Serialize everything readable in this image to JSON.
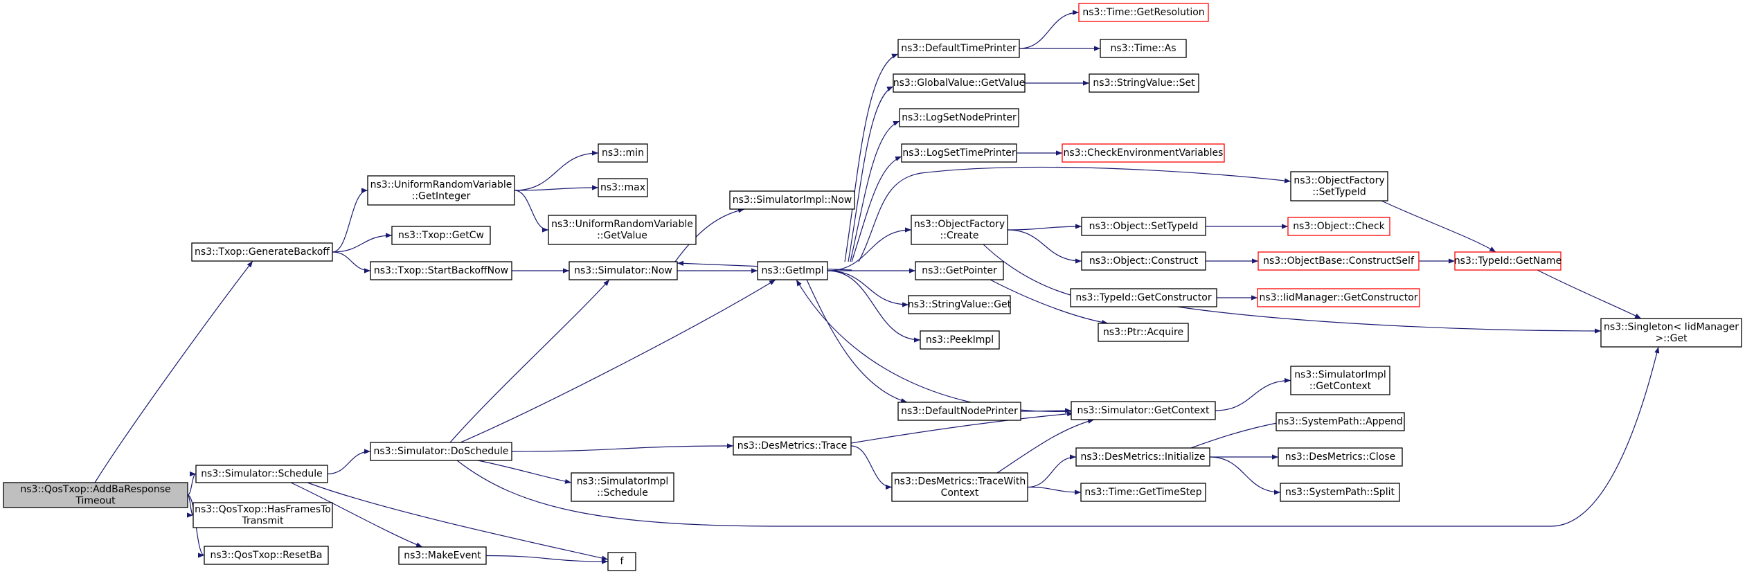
{
  "colors": {
    "edge": "#191970",
    "box_border": "#000000",
    "box_border_truncated": "#ff0000",
    "root_fill": "#bfbfbf",
    "box_fill": "#ffffff"
  },
  "nodes": [
    {
      "id": "root",
      "lines": [
        "ns3::QosTxop::AddBaResponse",
        "Timeout"
      ],
      "style": "root"
    },
    {
      "id": "genbackoff",
      "lines": [
        "ns3::Txop::GenerateBackoff"
      ],
      "style": "normal"
    },
    {
      "id": "schedule",
      "lines": [
        "ns3::Simulator::Schedule"
      ],
      "style": "normal"
    },
    {
      "id": "hasframes",
      "lines": [
        "ns3::QosTxop::HasFramesTo",
        "Transmit"
      ],
      "style": "normal"
    },
    {
      "id": "resetba",
      "lines": [
        "ns3::QosTxop::ResetBa"
      ],
      "style": "normal"
    },
    {
      "id": "urvgetint",
      "lines": [
        "ns3::UniformRandomVariable",
        "::GetInteger"
      ],
      "style": "normal"
    },
    {
      "id": "getcw",
      "lines": [
        "ns3::Txop::GetCw"
      ],
      "style": "normal"
    },
    {
      "id": "startbackoff",
      "lines": [
        "ns3::Txop::StartBackoffNow"
      ],
      "style": "normal"
    },
    {
      "id": "min",
      "lines": [
        "ns3::min"
      ],
      "style": "normal"
    },
    {
      "id": "max",
      "lines": [
        "ns3::max"
      ],
      "style": "normal"
    },
    {
      "id": "urvgetval",
      "lines": [
        "ns3::UniformRandomVariable",
        "::GetValue"
      ],
      "style": "normal"
    },
    {
      "id": "simnow",
      "lines": [
        "ns3::Simulator::Now"
      ],
      "style": "normal"
    },
    {
      "id": "simimplnow",
      "lines": [
        "ns3::SimulatorImpl::Now"
      ],
      "style": "normal"
    },
    {
      "id": "doschedule",
      "lines": [
        "ns3::Simulator::DoSchedule"
      ],
      "style": "normal"
    },
    {
      "id": "makeevent",
      "lines": [
        "ns3::MakeEvent"
      ],
      "style": "normal"
    },
    {
      "id": "f",
      "lines": [
        "f"
      ],
      "style": "normal"
    },
    {
      "id": "simimplsched",
      "lines": [
        "ns3::SimulatorImpl",
        "::Schedule"
      ],
      "style": "normal"
    },
    {
      "id": "desmtrace",
      "lines": [
        "ns3::DesMetrics::Trace"
      ],
      "style": "normal"
    },
    {
      "id": "getimpl",
      "lines": [
        "ns3::GetImpl"
      ],
      "style": "normal"
    },
    {
      "id": "deftimeprinter",
      "lines": [
        "ns3::DefaultTimePrinter"
      ],
      "style": "normal"
    },
    {
      "id": "globalgetval",
      "lines": [
        "ns3::GlobalValue::GetValue"
      ],
      "style": "normal"
    },
    {
      "id": "logsetnode",
      "lines": [
        "ns3::LogSetNodePrinter"
      ],
      "style": "normal"
    },
    {
      "id": "logsettime",
      "lines": [
        "ns3::LogSetTimePrinter"
      ],
      "style": "normal"
    },
    {
      "id": "ofcreate",
      "lines": [
        "ns3::ObjectFactory",
        "::Create"
      ],
      "style": "normal"
    },
    {
      "id": "getpointer",
      "lines": [
        "ns3::GetPointer"
      ],
      "style": "normal"
    },
    {
      "id": "strvalget",
      "lines": [
        "ns3::StringValue::Get"
      ],
      "style": "normal"
    },
    {
      "id": "peekimpl",
      "lines": [
        "ns3::PeekImpl"
      ],
      "style": "normal"
    },
    {
      "id": "defnodeprinter",
      "lines": [
        "ns3::DefaultNodePrinter"
      ],
      "style": "normal"
    },
    {
      "id": "desmtracectx",
      "lines": [
        "ns3::DesMetrics::TraceWith",
        "Context"
      ],
      "style": "normal"
    },
    {
      "id": "timegetres",
      "lines": [
        "ns3::Time::GetResolution"
      ],
      "style": "truncated"
    },
    {
      "id": "timeas",
      "lines": [
        "ns3::Time::As"
      ],
      "style": "normal"
    },
    {
      "id": "strvalset",
      "lines": [
        "ns3::StringValue::Set"
      ],
      "style": "normal"
    },
    {
      "id": "checkenv",
      "lines": [
        "ns3::CheckEnvironmentVariables"
      ],
      "style": "truncated"
    },
    {
      "id": "objsettypeid",
      "lines": [
        "ns3::Object::SetTypeId"
      ],
      "style": "normal"
    },
    {
      "id": "objconstruct",
      "lines": [
        "ns3::Object::Construct"
      ],
      "style": "normal"
    },
    {
      "id": "typeidgetctor",
      "lines": [
        "ns3::TypeId::GetConstructor"
      ],
      "style": "normal"
    },
    {
      "id": "ptracquire",
      "lines": [
        "ns3::Ptr::Acquire"
      ],
      "style": "normal"
    },
    {
      "id": "simgetctx",
      "lines": [
        "ns3::Simulator::GetContext"
      ],
      "style": "normal"
    },
    {
      "id": "desminit",
      "lines": [
        "ns3::DesMetrics::Initialize"
      ],
      "style": "normal"
    },
    {
      "id": "timegetstep",
      "lines": [
        "ns3::Time::GetTimeStep"
      ],
      "style": "normal"
    },
    {
      "id": "ofsettypeid",
      "lines": [
        "ns3::ObjectFactory",
        "::SetTypeId"
      ],
      "style": "normal"
    },
    {
      "id": "objcheck",
      "lines": [
        "ns3::Object::Check"
      ],
      "style": "truncated"
    },
    {
      "id": "objbasector",
      "lines": [
        "ns3::ObjectBase::ConstructSelf"
      ],
      "style": "truncated"
    },
    {
      "id": "iidgetctor",
      "lines": [
        "ns3::IidManager::GetConstructor"
      ],
      "style": "truncated"
    },
    {
      "id": "simimplgetctx",
      "lines": [
        "ns3::SimulatorImpl",
        "::GetContext"
      ],
      "style": "normal"
    },
    {
      "id": "sysappend",
      "lines": [
        "ns3::SystemPath::Append"
      ],
      "style": "normal"
    },
    {
      "id": "desmclose",
      "lines": [
        "ns3::DesMetrics::Close"
      ],
      "style": "normal"
    },
    {
      "id": "syssplit",
      "lines": [
        "ns3::SystemPath::Split"
      ],
      "style": "normal"
    },
    {
      "id": "typeidgetname",
      "lines": [
        "ns3::TypeId::GetName"
      ],
      "style": "truncated"
    },
    {
      "id": "singletonget",
      "lines": [
        "ns3::Singleton< IidManager",
        " >::Get"
      ],
      "style": "normal"
    }
  ],
  "edges": [
    [
      "root",
      "genbackoff"
    ],
    [
      "root",
      "schedule"
    ],
    [
      "root",
      "hasframes"
    ],
    [
      "root",
      "resetba"
    ],
    [
      "genbackoff",
      "urvgetint"
    ],
    [
      "genbackoff",
      "getcw"
    ],
    [
      "genbackoff",
      "startbackoff"
    ],
    [
      "urvgetint",
      "min"
    ],
    [
      "urvgetint",
      "max"
    ],
    [
      "urvgetint",
      "urvgetval"
    ],
    [
      "startbackoff",
      "simnow"
    ],
    [
      "simnow",
      "simimplnow"
    ],
    [
      "simnow",
      "getimpl"
    ],
    [
      "schedule",
      "doschedule"
    ],
    [
      "schedule",
      "makeevent"
    ],
    [
      "schedule",
      "f"
    ],
    [
      "makeevent",
      "f"
    ],
    [
      "doschedule",
      "simnow"
    ],
    [
      "doschedule",
      "getimpl"
    ],
    [
      "doschedule",
      "desmtrace"
    ],
    [
      "doschedule",
      "simimplsched"
    ],
    [
      "doschedule",
      "singletonget"
    ],
    [
      "desmtrace",
      "simgetctx"
    ],
    [
      "desmtrace",
      "desmtracectx"
    ],
    [
      "desmtracectx",
      "simgetctx"
    ],
    [
      "desmtracectx",
      "desminit"
    ],
    [
      "desmtracectx",
      "timegetstep"
    ],
    [
      "getimpl",
      "deftimeprinter"
    ],
    [
      "getimpl",
      "globalgetval"
    ],
    [
      "getimpl",
      "logsetnode"
    ],
    [
      "getimpl",
      "logsettime"
    ],
    [
      "getimpl",
      "ofsettypeid"
    ],
    [
      "getimpl",
      "ofcreate"
    ],
    [
      "getimpl",
      "getpointer"
    ],
    [
      "getimpl",
      "strvalget"
    ],
    [
      "getimpl",
      "peekimpl"
    ],
    [
      "getimpl",
      "defnodeprinter"
    ],
    [
      "getimpl",
      "simnow"
    ],
    [
      "simgetctx",
      "getimpl"
    ],
    [
      "simgetctx",
      "simimplgetctx"
    ],
    [
      "deftimeprinter",
      "timegetres"
    ],
    [
      "deftimeprinter",
      "timeas"
    ],
    [
      "globalgetval",
      "strvalset"
    ],
    [
      "logsettime",
      "checkenv"
    ],
    [
      "defnodeprinter",
      "simgetctx"
    ],
    [
      "ofcreate",
      "objsettypeid"
    ],
    [
      "ofcreate",
      "objconstruct"
    ],
    [
      "ofcreate",
      "typeidgetctor"
    ],
    [
      "getpointer",
      "ptracquire"
    ],
    [
      "objsettypeid",
      "objcheck"
    ],
    [
      "objconstruct",
      "objbasector"
    ],
    [
      "objbasector",
      "typeidgetname"
    ],
    [
      "typeidgetctor",
      "iidgetctor"
    ],
    [
      "typeidgetctor",
      "singletonget"
    ],
    [
      "ofsettypeid",
      "typeidgetname"
    ],
    [
      "typeidgetname",
      "singletonget"
    ],
    [
      "desminit",
      "sysappend"
    ],
    [
      "desminit",
      "desmclose"
    ],
    [
      "desminit",
      "syssplit"
    ]
  ]
}
